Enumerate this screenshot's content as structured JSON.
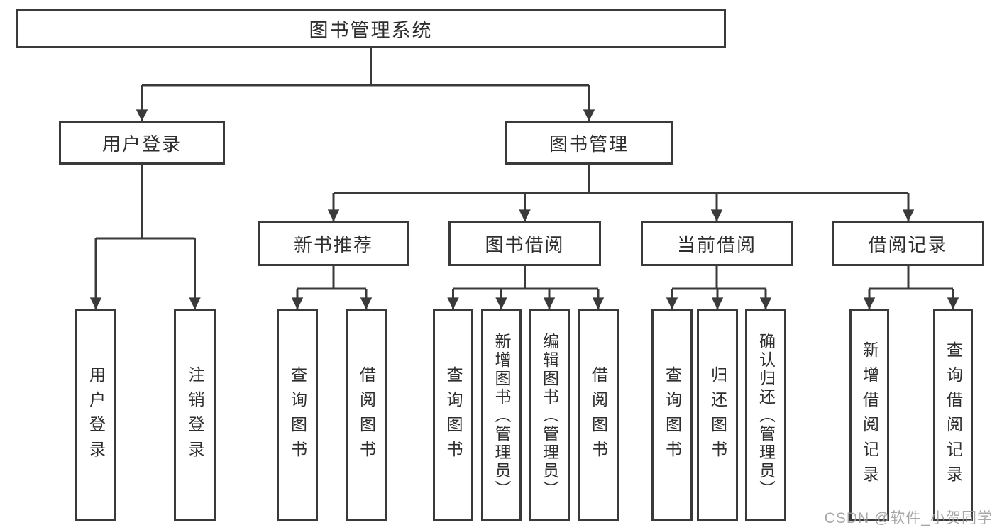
{
  "diagram": {
    "root": {
      "label": "图书管理系统"
    },
    "branches": [
      {
        "label": "用户登录",
        "children": [
          {
            "label": "用户登录"
          },
          {
            "label": "注销登录"
          }
        ]
      },
      {
        "label": "图书管理",
        "children": [
          {
            "label": "新书推荐",
            "children": [
              {
                "label": "查询图书"
              },
              {
                "label": "借阅图书"
              }
            ]
          },
          {
            "label": "图书借阅",
            "children": [
              {
                "label": "查询图书"
              },
              {
                "label": "新增图书（管理员）"
              },
              {
                "label": "编辑图书（管理员）"
              },
              {
                "label": "借阅图书"
              }
            ]
          },
          {
            "label": "当前借阅",
            "children": [
              {
                "label": "查询图书"
              },
              {
                "label": "归还图书"
              },
              {
                "label": "确认归还（管理员）"
              }
            ]
          },
          {
            "label": "借阅记录",
            "children": [
              {
                "label": "新增借阅记录"
              },
              {
                "label": "查询借阅记录"
              }
            ]
          }
        ]
      }
    ]
  },
  "watermark": {
    "text": "CSDN @软件_小贺同学"
  },
  "colors": {
    "line": "#3a3a3a",
    "box_border": "#3a3a3a",
    "text": "#2e2e2e",
    "watermark": "#989898",
    "background": "#ffffff"
  }
}
